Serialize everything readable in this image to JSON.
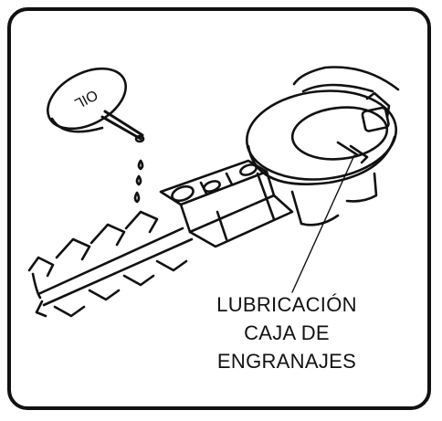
{
  "oil_can_text": "OIL",
  "callout": {
    "line1": "LUBRICACIÓN",
    "line2": "CAJA DE",
    "line3": "ENGRANAJES"
  },
  "colors": {
    "ink": "#111111",
    "paper": "#ffffff"
  }
}
